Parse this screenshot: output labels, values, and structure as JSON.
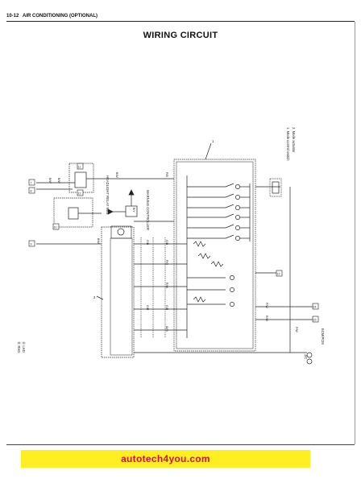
{
  "header": {
    "page_number": "10-12",
    "section": "AIR CONDITIONING (OPTIONAL)",
    "title": "WIRING CIRCUIT"
  },
  "legend": {
    "item1": "1.  Mode control switch",
    "item2": "2.  Mode actuator"
  },
  "labels": {
    "headlight_relay": "HEADLIGHT RELAY No.2",
    "warning_controller": "WARNING CONTROLLER",
    "ecm_pcm": "ECM/PCM",
    "jc": "J/C",
    "rhd": "Ⓑ RHD",
    "lhd": "Ⓐ LHD",
    "callout_1": "1",
    "callout_2": "2",
    "conn_7": "7",
    "conn_8": "8",
    "conn_9": "9",
    "conn_10": "10",
    "conn_11": "11",
    "conn_12": "12",
    "conn_13": "13",
    "conn_14": "14",
    "conn_15": "15"
  },
  "wire_codes": [
    "B/W",
    "B/W",
    "B/W",
    "P/B",
    "G/B",
    "G/B",
    "P/G",
    "R/W",
    "G/R",
    "G/R",
    "W/B",
    "P/W",
    "R/W",
    "B/Y",
    "P/W",
    "B/W"
  ],
  "watermark": {
    "text": "autotech4you.com",
    "bg_color": "#ffee22",
    "text_color": "#d4113a"
  }
}
